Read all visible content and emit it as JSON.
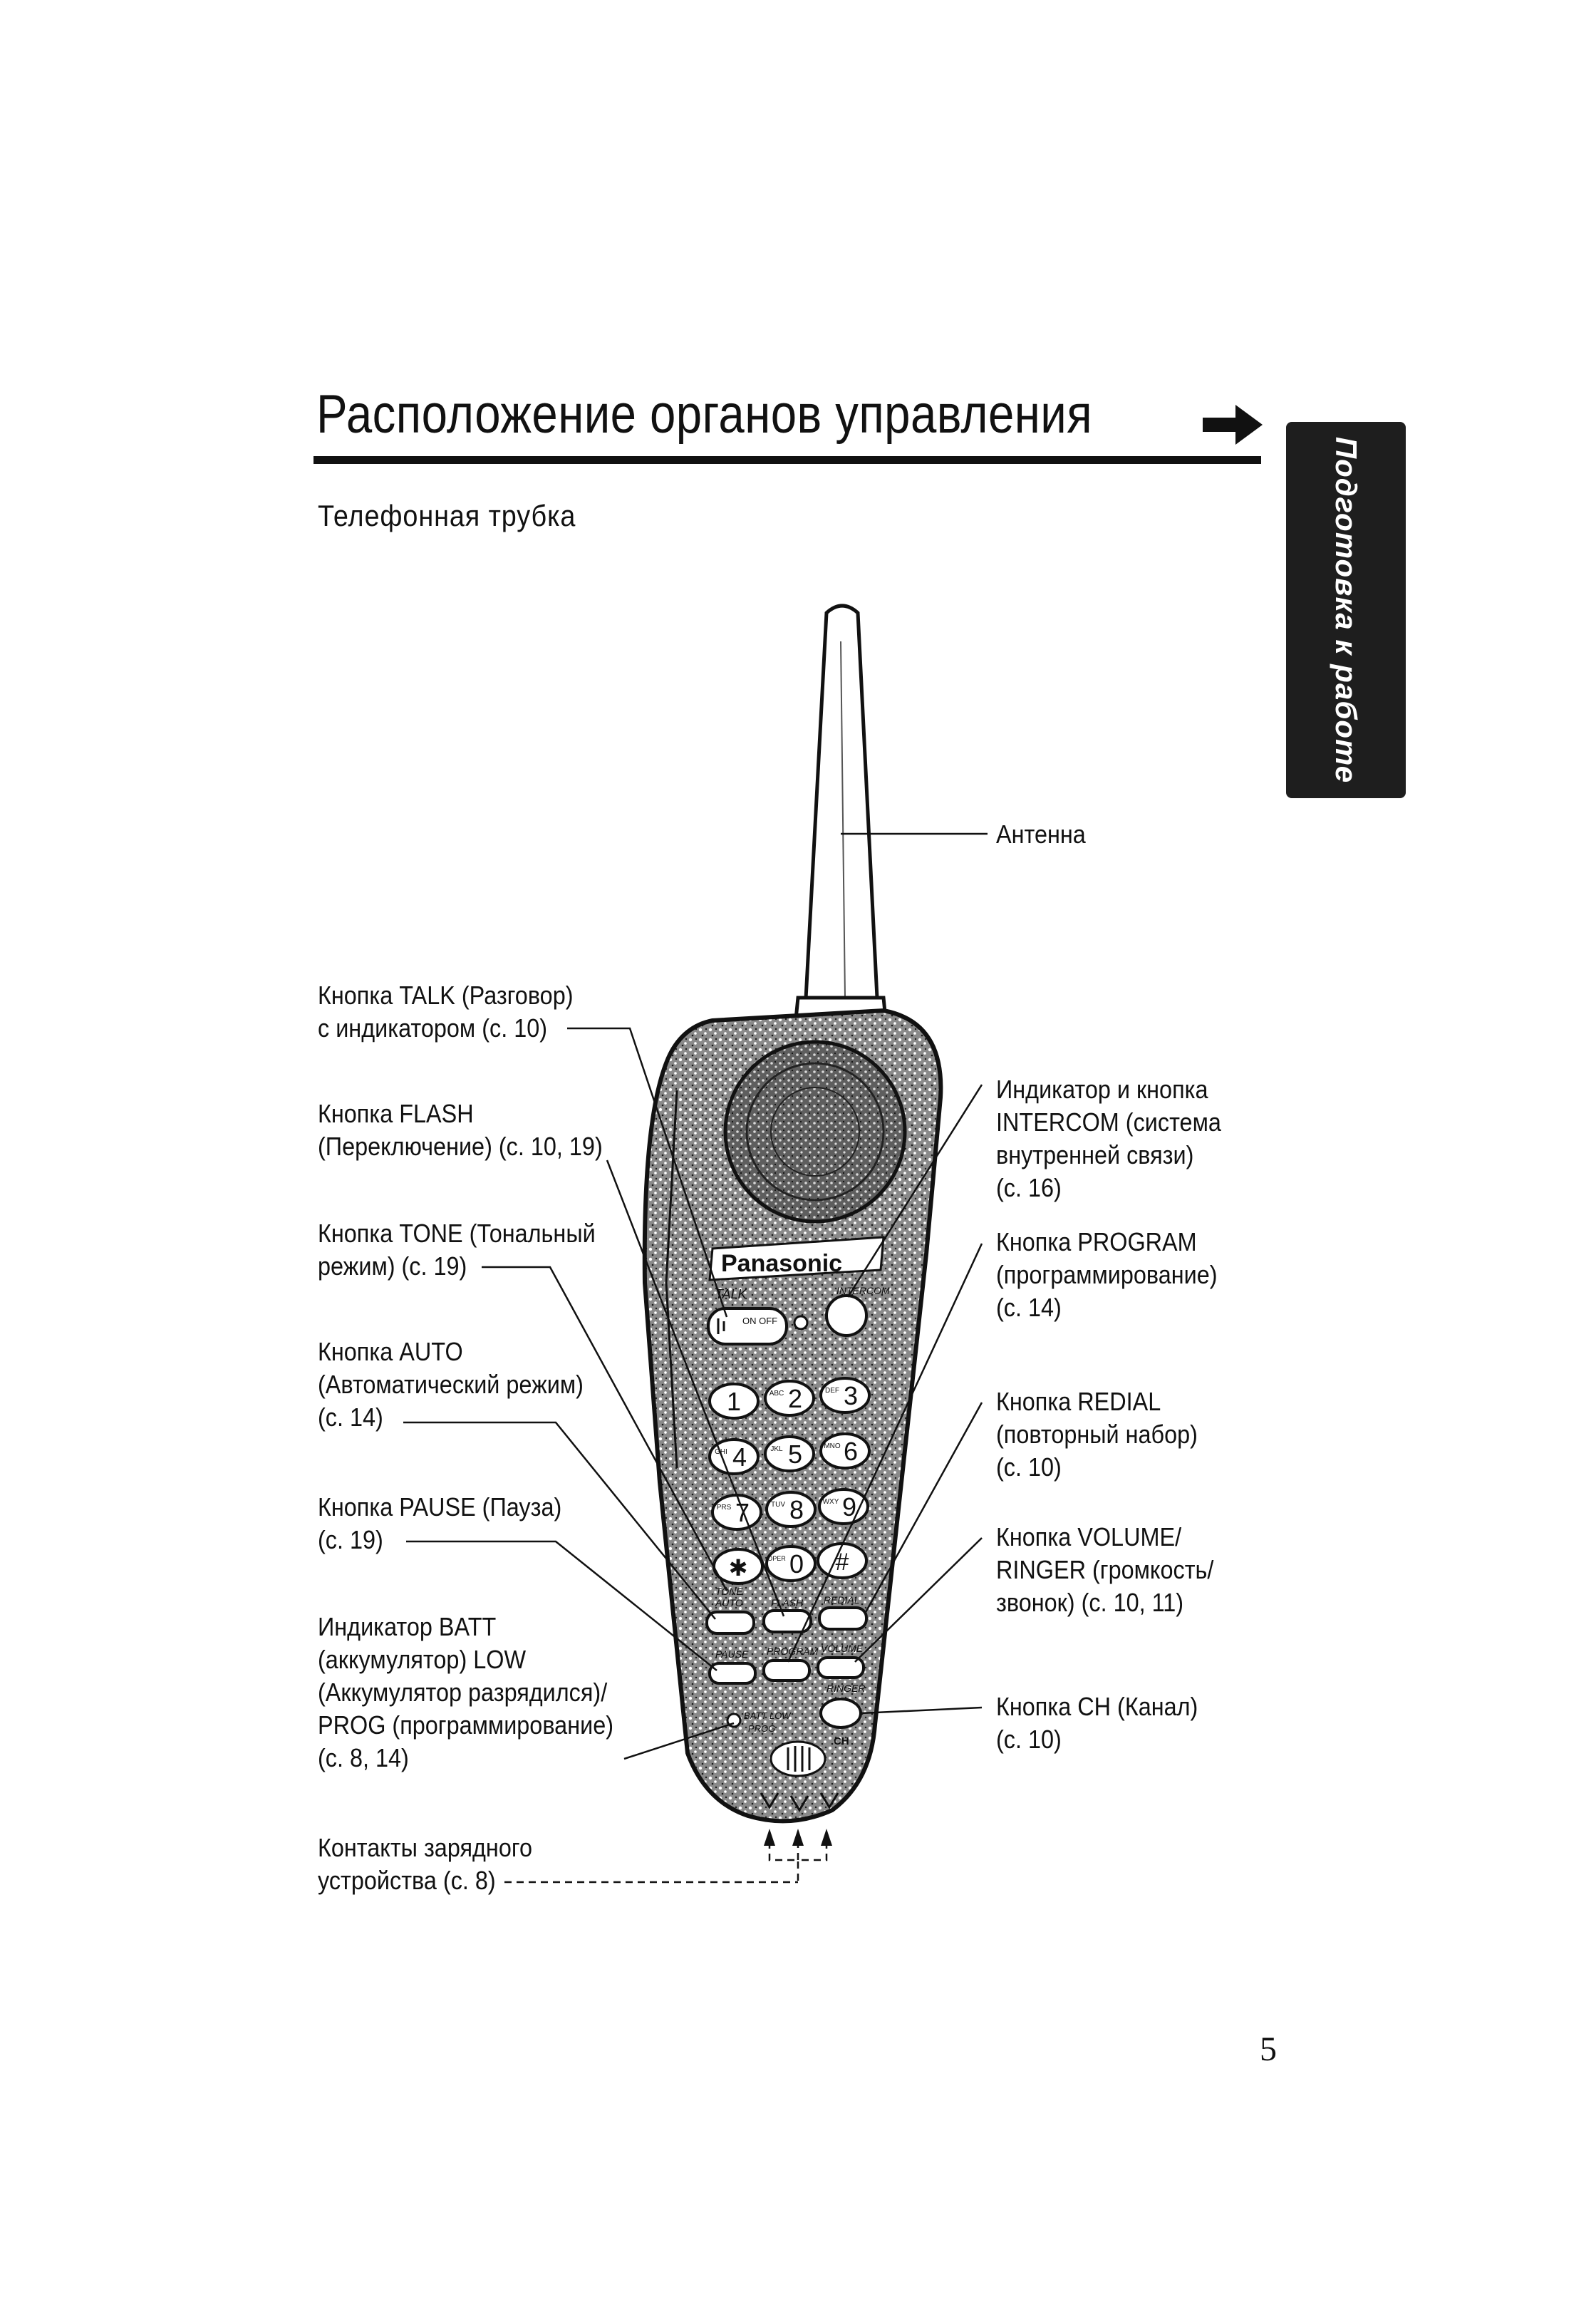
{
  "header": {
    "title": "Расположение органов управления",
    "subtitle": "Телефонная трубка",
    "side_tab": "Подготовка к работе",
    "arrow_icon": "right-arrow-icon"
  },
  "handset": {
    "brand": "Panasonic",
    "keys": [
      {
        "digit": "1",
        "letters": ""
      },
      {
        "digit": "2",
        "letters": "ABC"
      },
      {
        "digit": "3",
        "letters": "DEF"
      },
      {
        "digit": "4",
        "letters": "GHI"
      },
      {
        "digit": "5",
        "letters": "JKL"
      },
      {
        "digit": "6",
        "letters": "MNO"
      },
      {
        "digit": "7",
        "letters": "PRS"
      },
      {
        "digit": "8",
        "letters": "TUV"
      },
      {
        "digit": "9",
        "letters": "WXY"
      },
      {
        "digit": "✱",
        "letters": ""
      },
      {
        "digit": "0",
        "letters": "OPER"
      },
      {
        "digit": "#",
        "letters": ""
      }
    ],
    "button_texts": {
      "talk": "TALK",
      "on_off": "ON OFF",
      "intercom": "INTERCOM",
      "tone": "TONE",
      "auto": "AUTO",
      "flash": "FLASH",
      "redial": "REDIAL",
      "pause": "PAUSE",
      "program": "PROGRAM",
      "volume": "VOLUME",
      "ringer": "RINGER",
      "batt_low": "BATT LOW",
      "prog": "PROG",
      "ch": "CH"
    }
  },
  "callouts": {
    "antenna": [
      "Антенна"
    ],
    "talk": [
      "Кнопка TALK (Разговор)",
      "с индикатором (с. 10)"
    ],
    "flash": [
      "Кнопка FLASH",
      "(Переключение) (с. 10, 19)"
    ],
    "tone": [
      "Кнопка TONE (Тональный",
      "режим) (с. 19)"
    ],
    "auto": [
      "Кнопка AUTO",
      "(Автоматический режим)",
      "(с. 14)"
    ],
    "pause": [
      "Кнопка PAUSE (Пауза)",
      "(с. 19)"
    ],
    "batt": [
      "Индикатор BATT",
      "(аккумулятор) LOW",
      "(Аккумулятор разрядился)/",
      "PROG (программирование)",
      "(с. 8, 14)"
    ],
    "contacts": [
      "Контакты зарядного",
      "устройства (с. 8)"
    ],
    "intercom": [
      "Индикатор и кнопка",
      "INTERCOM (система",
      "внутренней связи)",
      "(с. 16)"
    ],
    "program": [
      "Кнопка PROGRAM",
      "(программирование)",
      "(с. 14)"
    ],
    "redial": [
      "Кнопка REDIAL",
      "(повторный набор)",
      "(с. 10)"
    ],
    "volume": [
      "Кнопка VOLUME/",
      "RINGER (громкость/",
      "звонок) (с. 10, 11)"
    ],
    "ch": [
      "Кнопка CH (Канал)",
      "(с. 10)"
    ]
  },
  "footer": {
    "page_number": "5"
  }
}
